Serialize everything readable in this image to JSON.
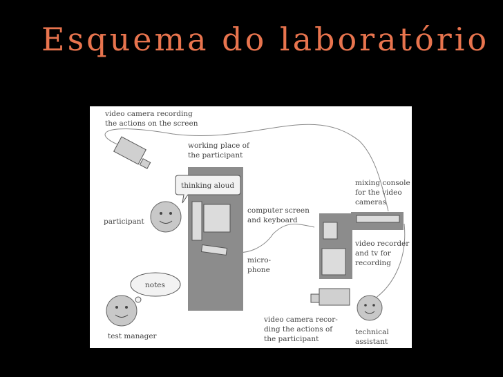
{
  "slide": {
    "title": "Esquema do laboratório",
    "title_color": "#e8744e",
    "background": "#000000"
  },
  "diagram": {
    "labels": {
      "camera_screen": [
        "video camera recording",
        "the actions on the screen"
      ],
      "working_place": [
        "working place of",
        "the participant"
      ],
      "thinking_aloud": "thinking aloud",
      "participant": "participant",
      "computer": [
        "computer screen",
        "and keyboard"
      ],
      "mixing_console": [
        "mixing console",
        "for the video",
        "cameras"
      ],
      "video_recorder": [
        "video recorder",
        "and tv for",
        "recording"
      ],
      "microphone": [
        "micro-",
        "phone"
      ],
      "notes": "notes",
      "test_manager": "test manager",
      "camera_participant": [
        "video camera recor-",
        "ding the actions of",
        "the participant"
      ],
      "technical_assistant": [
        "technical",
        "assistant"
      ]
    },
    "icons": [
      "camera-icon",
      "smiley-face-icon",
      "speech-bubble-icon",
      "thought-cloud-icon",
      "microphone-icon"
    ]
  }
}
